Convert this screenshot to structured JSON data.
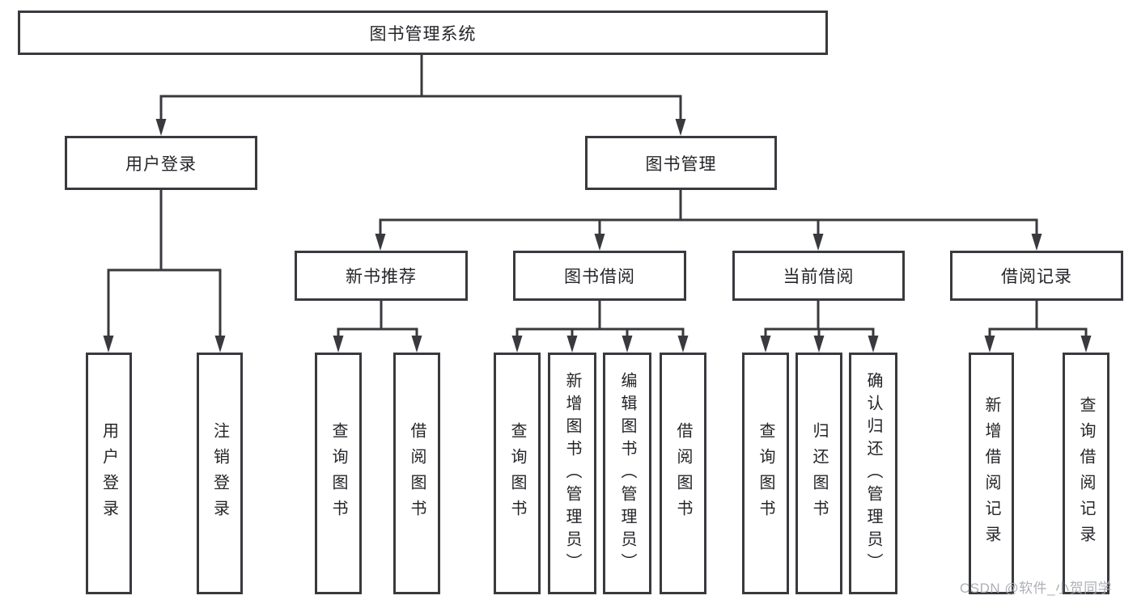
{
  "page": {
    "background": "#ffffff"
  },
  "colors": {
    "line": "#393a3e",
    "box_border": "#393a3e",
    "text": "#242529",
    "watermark": "#a6a9af"
  },
  "watermark": {
    "text": "CSDN @软件_小贺同学"
  },
  "tree": {
    "label": "图书管理系统",
    "children": [
      {
        "label": "用户登录",
        "children": [
          {
            "label": "用户登录"
          },
          {
            "label": "注销登录"
          }
        ]
      },
      {
        "label": "图书管理",
        "children": [
          {
            "label": "新书推荐",
            "children": [
              {
                "label": "查询图书"
              },
              {
                "label": "借阅图书"
              }
            ]
          },
          {
            "label": "图书借阅",
            "children": [
              {
                "label": "查询图书"
              },
              {
                "label": "新增图书（管理员）"
              },
              {
                "label": "编辑图书（管理员）"
              },
              {
                "label": "借阅图书"
              }
            ]
          },
          {
            "label": "当前借阅",
            "children": [
              {
                "label": "查询图书"
              },
              {
                "label": "归还图书"
              },
              {
                "label": "确认归还（管理员）"
              }
            ]
          },
          {
            "label": "借阅记录",
            "children": [
              {
                "label": "新增借阅记录"
              },
              {
                "label": "查询借阅记录"
              }
            ]
          }
        ]
      }
    ]
  }
}
